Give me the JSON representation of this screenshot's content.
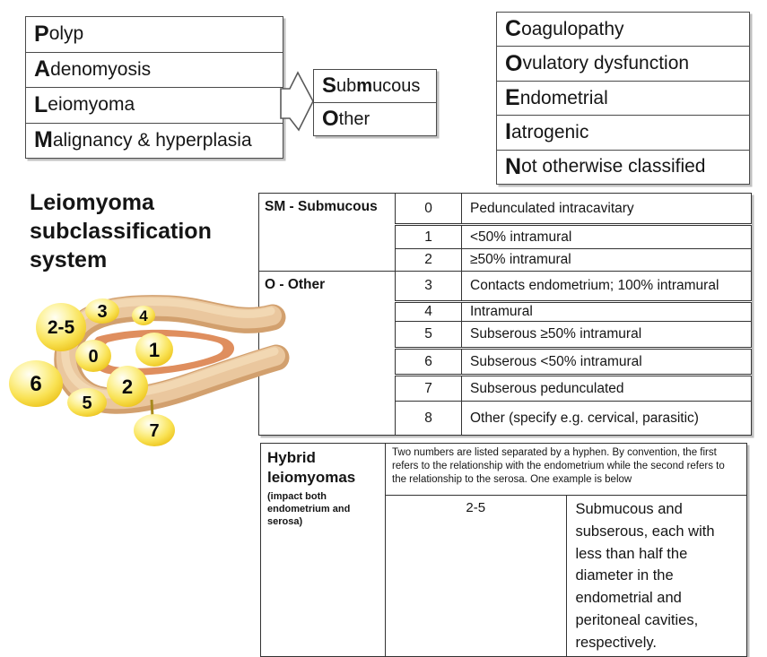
{
  "title": "Leiomyoma subclassification system",
  "palm": {
    "items": [
      {
        "lead": "P",
        "rest": "olyp"
      },
      {
        "lead": "A",
        "rest": "denomyosis"
      },
      {
        "lead": "L",
        "rest": "eiomyoma"
      },
      {
        "lead": "M",
        "rest": "alignancy & hyperplasia"
      }
    ]
  },
  "smo": {
    "items": [
      {
        "p1": "S",
        "p2": "ub",
        "p3": "m",
        "p4": "ucous"
      },
      {
        "p1": "O",
        "p2": "ther",
        "p3": "",
        "p4": ""
      }
    ]
  },
  "coein": {
    "items": [
      {
        "lead": "C",
        "rest": "oagulopathy"
      },
      {
        "lead": "O",
        "rest": "vulatory dysfunction"
      },
      {
        "lead": "E",
        "rest": "ndometrial"
      },
      {
        "lead": "I",
        "rest": "atrogenic"
      },
      {
        "lead": "N",
        "rest": "ot otherwise classified"
      }
    ]
  },
  "classification_table": {
    "groups": [
      {
        "label": "SM - Submucous",
        "rows": [
          {
            "num": "0",
            "desc": "Pedunculated intracavitary"
          },
          {
            "num": "1",
            "desc": "<50% intramural"
          },
          {
            "num": "2",
            "desc": "≥50% intramural"
          }
        ]
      },
      {
        "label": "O - Other",
        "rows": [
          {
            "num": "3",
            "desc": "Contacts endometrium; 100% intramural"
          },
          {
            "num": "4",
            "desc": "Intramural"
          },
          {
            "num": "5",
            "desc": "Subserous ≥50% intramural"
          },
          {
            "num": "6",
            "desc": "Subserous <50% intramural"
          },
          {
            "num": "7",
            "desc": "Subserous pedunculated"
          },
          {
            "num": "8",
            "desc": "Other (specify e.g. cervical, parasitic)"
          }
        ]
      }
    ]
  },
  "hybrid_table": {
    "title": "Hybrid leiomyomas",
    "subtitle": "(impact both endometrium and serosa)",
    "note": "Two numbers are listed separated by a hyphen. By convention, the first refers to the relationship with the endometrium while the second refers to the relationship to the serosa. One example is below",
    "example_num": "2-5",
    "example_desc": "Submucous and subserous, each with less than half the diameter in the endometrial and peritoneal cavities, respectively."
  },
  "diagram": {
    "balls": [
      {
        "label": "2-5"
      },
      {
        "label": "3"
      },
      {
        "label": "4"
      },
      {
        "label": "0"
      },
      {
        "label": "1"
      },
      {
        "label": "6"
      },
      {
        "label": "2"
      },
      {
        "label": "5"
      },
      {
        "label": "7"
      }
    ],
    "colors": {
      "ball_yellow": "#f6e05a",
      "uterus_wall": "#eac79e",
      "endometrium_lining": "#df8e5e"
    }
  }
}
